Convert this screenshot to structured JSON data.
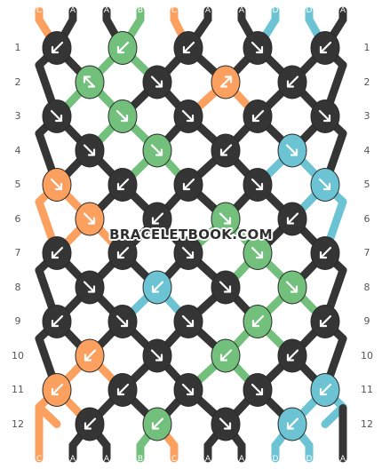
{
  "pattern": {
    "colors": {
      "A": "#353535",
      "B": "#72c07b",
      "C": "#fca05f",
      "D": "#6cc3d3"
    },
    "top_labels": [
      "C",
      "A",
      "A",
      "B",
      "C",
      "A",
      "A",
      "D",
      "D",
      "A"
    ],
    "bottom_labels": [
      "C",
      "A",
      "A",
      "B",
      "C",
      "A",
      "A",
      "D",
      "D",
      "A"
    ],
    "row_numbers": [
      "1",
      "2",
      "3",
      "4",
      "5",
      "6",
      "7",
      "8",
      "9",
      "10",
      "11",
      "12"
    ],
    "knots": [
      [
        {
          "c": "A",
          "d": "left"
        },
        {
          "c": "B",
          "d": "left"
        },
        {
          "c": "A",
          "d": "left"
        },
        {
          "c": "A",
          "d": "right"
        },
        {
          "c": "A",
          "d": "left"
        }
      ],
      [
        {
          "c": "B",
          "d": "revleft"
        },
        {
          "c": "A",
          "d": "right"
        },
        {
          "c": "C",
          "d": "revright"
        },
        {
          "c": "A",
          "d": "left"
        }
      ],
      [
        {
          "c": "A",
          "d": "right"
        },
        {
          "c": "B",
          "d": "right"
        },
        {
          "c": "A",
          "d": "right"
        },
        {
          "c": "A",
          "d": "left"
        },
        {
          "c": "A",
          "d": "right"
        }
      ],
      [
        {
          "c": "A",
          "d": "right"
        },
        {
          "c": "B",
          "d": "right"
        },
        {
          "c": "A",
          "d": "left"
        },
        {
          "c": "D",
          "d": "right"
        }
      ],
      [
        {
          "c": "C",
          "d": "right"
        },
        {
          "c": "A",
          "d": "left"
        },
        {
          "c": "A",
          "d": "left"
        },
        {
          "c": "A",
          "d": "right"
        },
        {
          "c": "D",
          "d": "right"
        }
      ],
      [
        {
          "c": "C",
          "d": "right"
        },
        {
          "c": "A",
          "d": "left"
        },
        {
          "c": "B",
          "d": "right"
        },
        {
          "c": "A",
          "d": "left"
        }
      ],
      [
        {
          "c": "A",
          "d": "left"
        },
        {
          "c": "A",
          "d": "left"
        },
        {
          "c": "A",
          "d": "right"
        },
        {
          "c": "B",
          "d": "right"
        },
        {
          "c": "A",
          "d": "left"
        }
      ],
      [
        {
          "c": "A",
          "d": "right"
        },
        {
          "c": "D",
          "d": "left"
        },
        {
          "c": "A",
          "d": "right"
        },
        {
          "c": "B",
          "d": "right"
        }
      ],
      [
        {
          "c": "A",
          "d": "left"
        },
        {
          "c": "A",
          "d": "right"
        },
        {
          "c": "A",
          "d": "right"
        },
        {
          "c": "B",
          "d": "left"
        },
        {
          "c": "A",
          "d": "left"
        }
      ],
      [
        {
          "c": "C",
          "d": "left"
        },
        {
          "c": "A",
          "d": "right"
        },
        {
          "c": "B",
          "d": "left"
        },
        {
          "c": "A",
          "d": "left"
        }
      ],
      [
        {
          "c": "C",
          "d": "left"
        },
        {
          "c": "A",
          "d": "left"
        },
        {
          "c": "A",
          "d": "right"
        },
        {
          "c": "A",
          "d": "right"
        },
        {
          "c": "D",
          "d": "left"
        }
      ],
      [
        {
          "c": "A",
          "d": "left"
        },
        {
          "c": "B",
          "d": "left"
        },
        {
          "c": "A",
          "d": "right"
        },
        {
          "c": "D",
          "d": "left"
        }
      ]
    ]
  },
  "watermark": "BRACELETBOOK.COM"
}
